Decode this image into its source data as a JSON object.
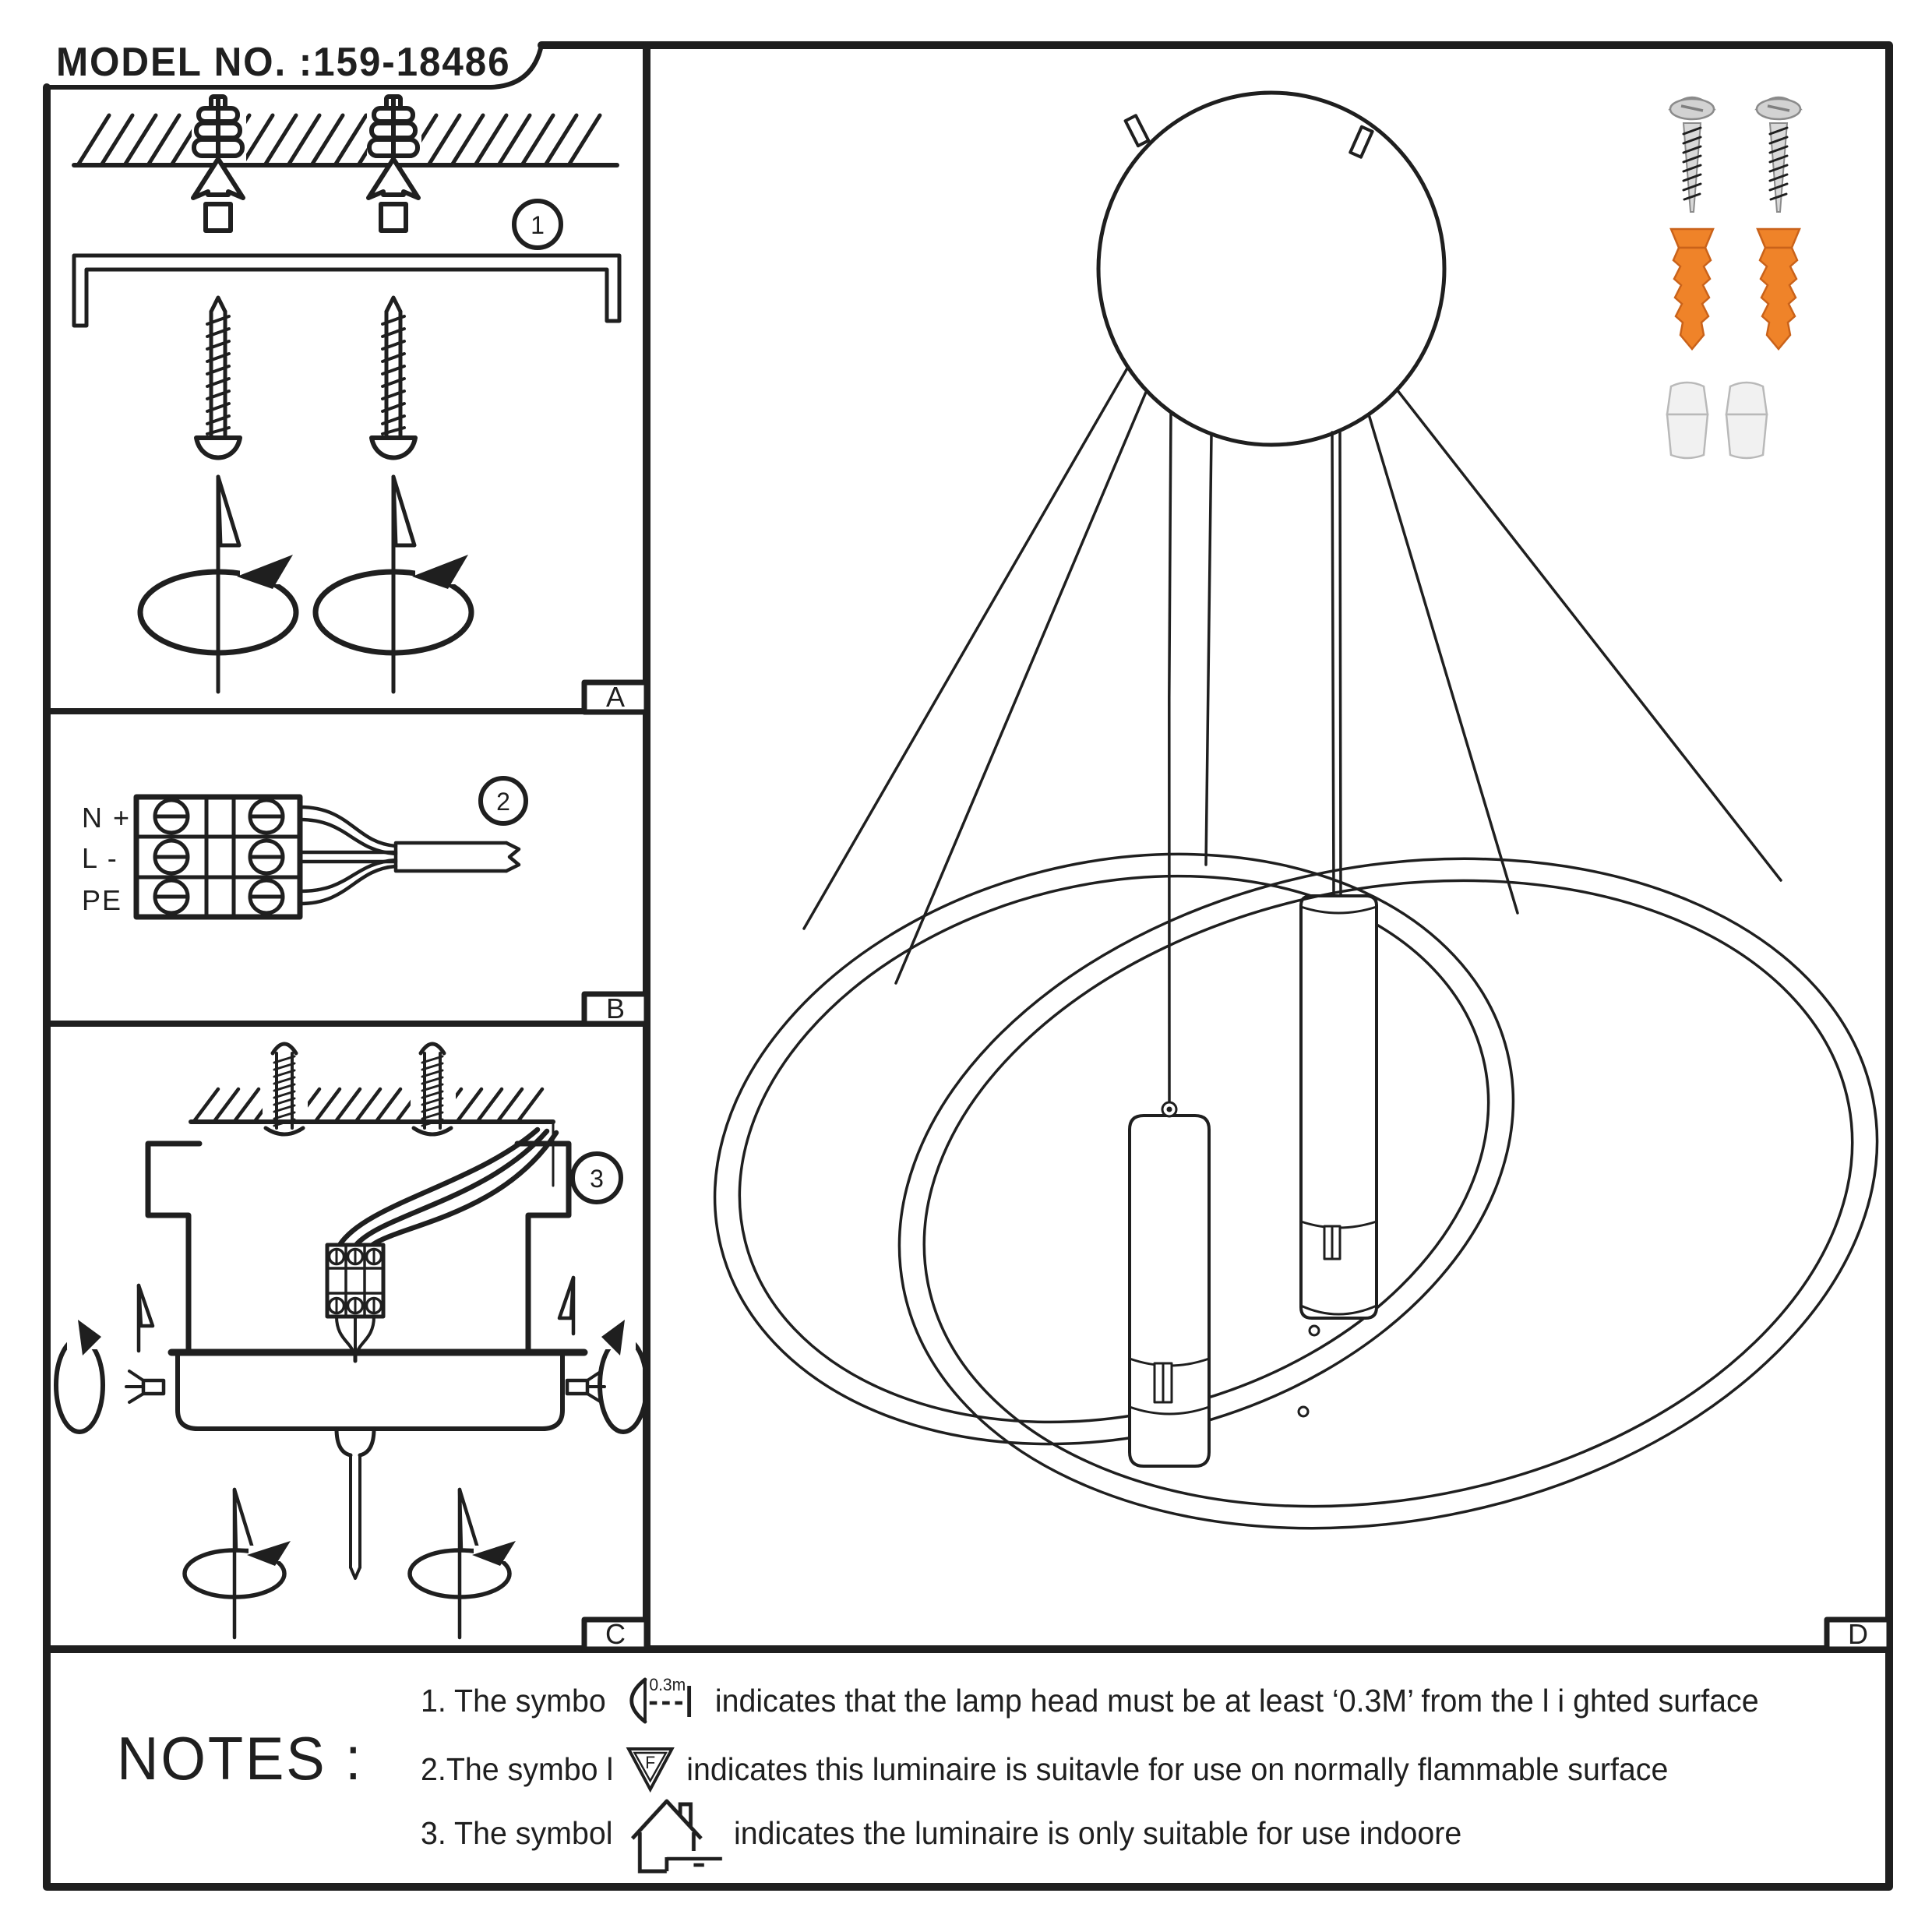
{
  "header": {
    "model_label": "MODEL NO. :159-18486"
  },
  "panel_labels": {
    "a": "A",
    "b": "B",
    "c": "C",
    "d": "D"
  },
  "step_numbers": {
    "s1": "1",
    "s2": "2",
    "s3": "3"
  },
  "terminal_block": {
    "row1": "N +",
    "row2": "L -",
    "row3": "PE"
  },
  "notes": {
    "heading": "NOTES :",
    "n1_prefix": "1. The symbo",
    "n1_symbol_distance": "0.3m",
    "n1_text": "indicates that the lamp head must be at least ‘0.3M’ from the l i ghted surface",
    "n2_prefix": "2.The symbo l",
    "n2_symbol_letter": "F",
    "n2_text": "indicates this luminaire is suitavle for use on normally flammable surface",
    "n3_prefix": "3. The symbol",
    "n3_text": "indicates the luminaire is only suitable for use indoore"
  },
  "hardware": {
    "anchor_color": "#ef8329",
    "anchor_edge_color": "#c9621a",
    "screw_body_color": "#d9d9d9",
    "screw_head_color": "#d2d2d2",
    "screw_edge_color": "#8b8b8b",
    "wire_nut_color": "#f1f1f1",
    "wire_nut_edge_color": "#b9b9b9",
    "line_color": "#1f1f1f"
  }
}
